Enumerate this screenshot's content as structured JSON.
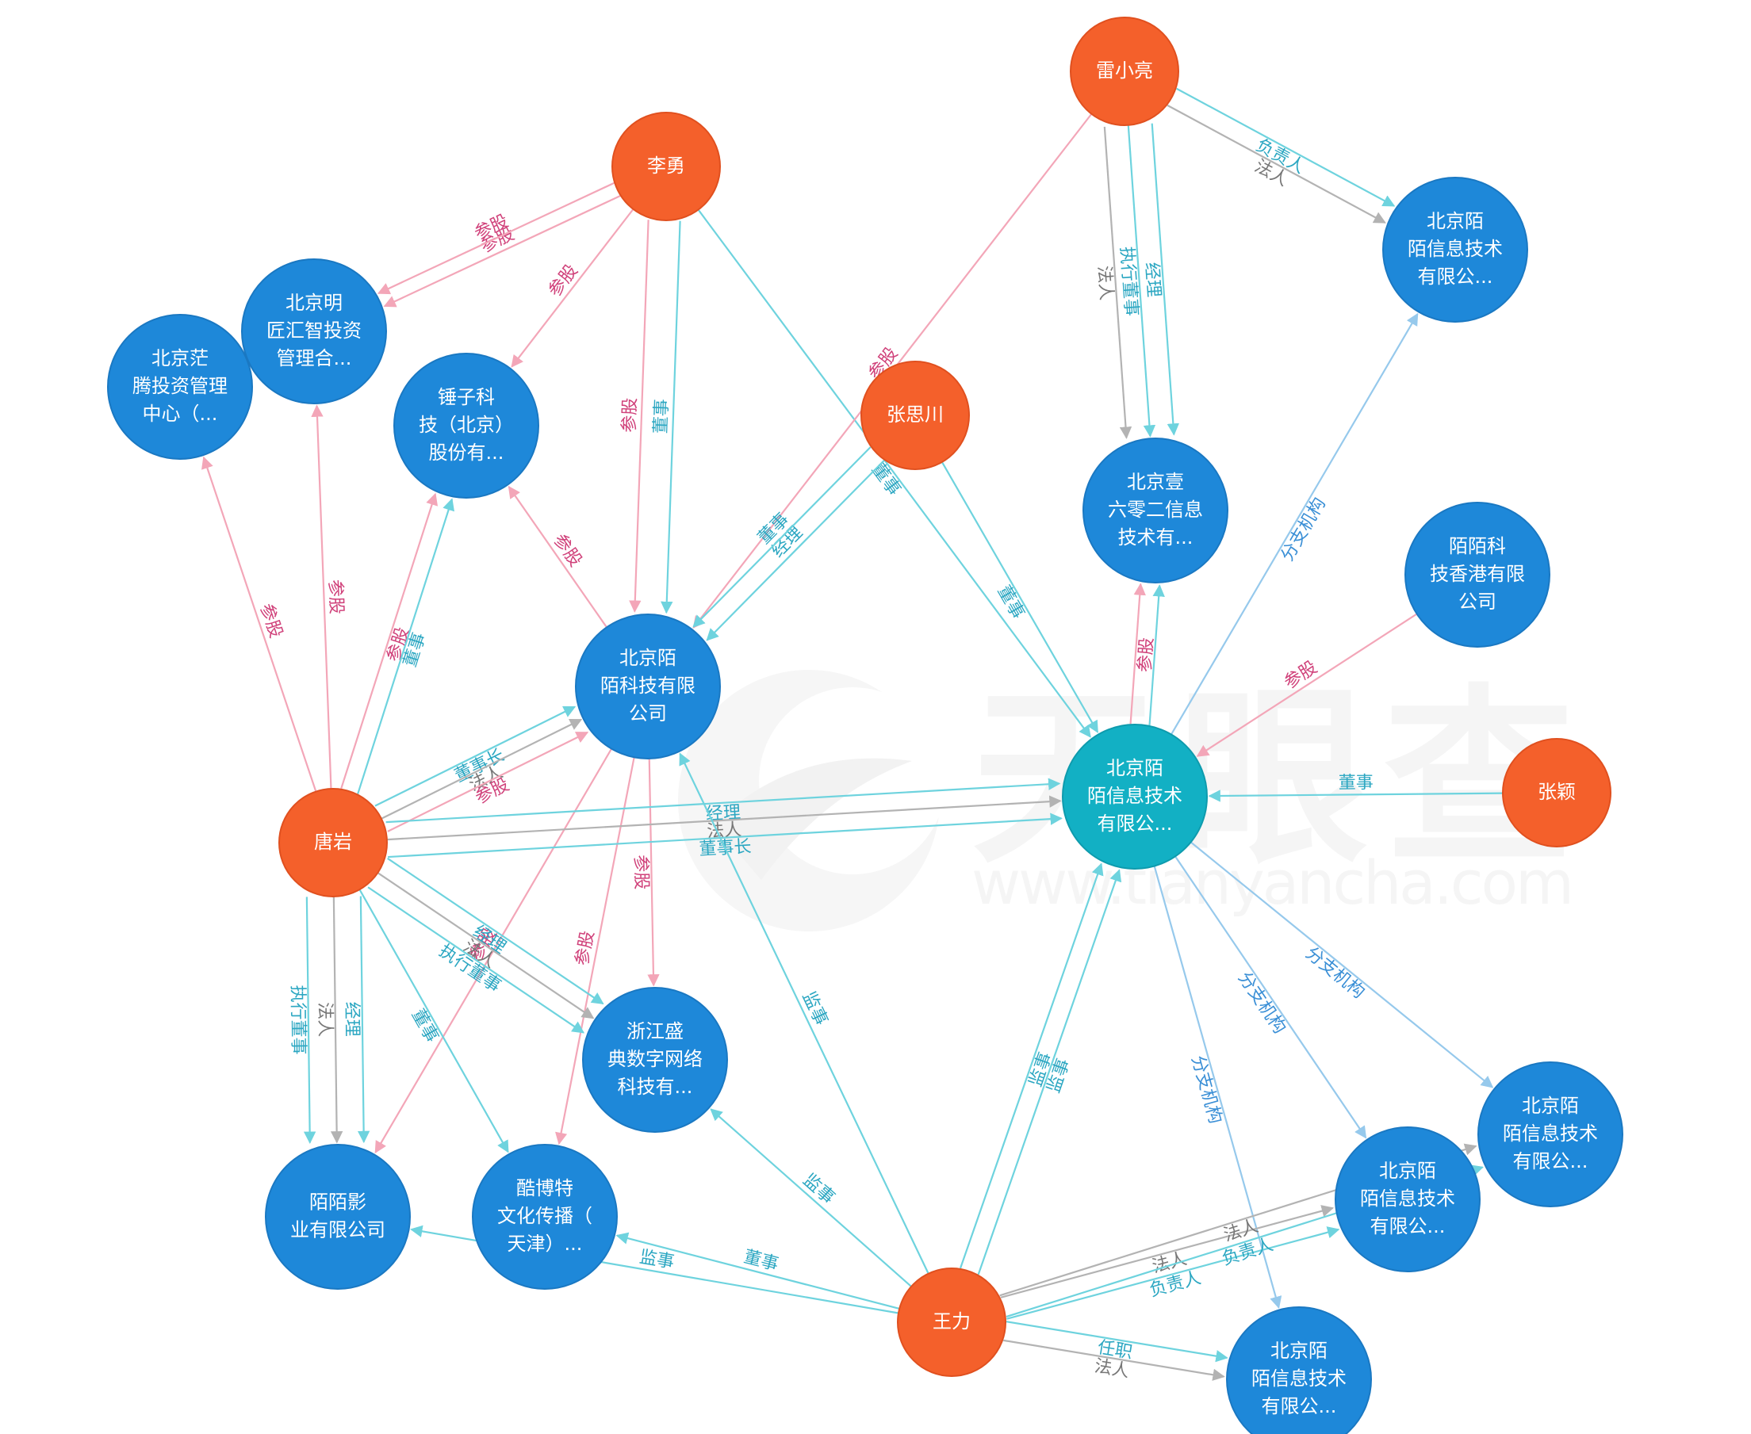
{
  "watermark": {
    "brand": "天眼查",
    "url": "www.tianyancha.com"
  },
  "colors": {
    "person": "#F4602B",
    "person_stroke": "#E0501F",
    "company": "#1E88D9",
    "company_stroke": "#1A78C2",
    "focus": "#12B0C4",
    "focus_stroke": "#0E9BAD",
    "edge_teal": "#6ED3DE",
    "edge_pink": "#F3A6B8",
    "edge_gray": "#B3B3B3",
    "edge_blue": "#96C9EC",
    "label_teal": "#2CA7C2",
    "label_pink": "#D0417A",
    "label_gray": "#777777",
    "label_blue": "#3A8FD6"
  },
  "nodes": [
    {
      "id": "leixiaoliang",
      "type": "person",
      "lines": [
        "雷小亮"
      ]
    },
    {
      "id": "liyong",
      "type": "person",
      "lines": [
        "李勇"
      ]
    },
    {
      "id": "zhangsichuan",
      "type": "person",
      "lines": [
        "张思川"
      ]
    },
    {
      "id": "tangyan",
      "type": "person",
      "lines": [
        "唐岩"
      ]
    },
    {
      "id": "zhangying",
      "type": "person",
      "lines": [
        "张颖"
      ]
    },
    {
      "id": "wangli",
      "type": "person",
      "lines": [
        "王力"
      ]
    },
    {
      "id": "mingjiang",
      "type": "company",
      "lines": [
        "北京明",
        "匠汇智投资",
        "管理合..."
      ]
    },
    {
      "id": "mangteng",
      "type": "company",
      "lines": [
        "北京茫",
        "腾投资管理",
        "中心（..."
      ]
    },
    {
      "id": "chuizi",
      "type": "company",
      "lines": [
        "锤子科",
        "技（北京）",
        "股份有..."
      ]
    },
    {
      "id": "momo_keji",
      "type": "company",
      "lines": [
        "北京陌",
        "陌科技有限",
        "公司"
      ]
    },
    {
      "id": "yiliu",
      "type": "company",
      "lines": [
        "北京壹",
        "六零二信息",
        "技术有..."
      ]
    },
    {
      "id": "momo_xinxi_top",
      "type": "company",
      "lines": [
        "北京陌",
        "陌信息技术",
        "有限公..."
      ]
    },
    {
      "id": "momo_hk",
      "type": "company",
      "lines": [
        "陌陌科",
        "技香港有限",
        "公司"
      ]
    },
    {
      "id": "momo_xinxi_main",
      "type": "focus",
      "lines": [
        "北京陌",
        "陌信息技术",
        "有限公..."
      ]
    },
    {
      "id": "shengdian",
      "type": "company",
      "lines": [
        "浙江盛",
        "典数字网络",
        "科技有..."
      ]
    },
    {
      "id": "momo_yingye",
      "type": "company",
      "lines": [
        "陌陌影",
        "业有限公司"
      ]
    },
    {
      "id": "kubote",
      "type": "company",
      "lines": [
        "酷博特",
        "文化传播（",
        "天津）..."
      ]
    },
    {
      "id": "momo_xinxi_r1",
      "type": "company",
      "lines": [
        "北京陌",
        "陌信息技术",
        "有限公..."
      ]
    },
    {
      "id": "momo_xinxi_r2",
      "type": "company",
      "lines": [
        "北京陌",
        "陌信息技术",
        "有限公..."
      ]
    },
    {
      "id": "momo_xinxi_bottom",
      "type": "company",
      "lines": [
        "北京陌",
        "陌信息技术",
        "有限公..."
      ]
    }
  ],
  "edges": [
    {
      "from": "liyong",
      "to": "mingjiang",
      "label": "参股",
      "color": "pink"
    },
    {
      "from": "liyong",
      "to": "mingjiang",
      "label": "参股",
      "color": "pink"
    },
    {
      "from": "liyong",
      "to": "chuizi",
      "label": "参股",
      "color": "pink"
    },
    {
      "from": "liyong",
      "to": "momo_keji",
      "label": "董事",
      "color": "teal"
    },
    {
      "from": "liyong",
      "to": "momo_keji",
      "label": "参股",
      "color": "pink"
    },
    {
      "from": "liyong",
      "to": "momo_xinxi_main",
      "label": "董事",
      "color": "teal"
    },
    {
      "from": "leixiaoliang",
      "to": "momo_xinxi_top",
      "label": "负责人",
      "color": "teal"
    },
    {
      "from": "leixiaoliang",
      "to": "momo_xinxi_top",
      "label": "法人",
      "color": "gray"
    },
    {
      "from": "leixiaoliang",
      "to": "yiliu",
      "label": "经理",
      "color": "teal"
    },
    {
      "from": "leixiaoliang",
      "to": "yiliu",
      "label": "执行董事",
      "color": "teal"
    },
    {
      "from": "leixiaoliang",
      "to": "yiliu",
      "label": "法人",
      "color": "gray"
    },
    {
      "from": "leixiaoliang",
      "to": "momo_keji",
      "label": "参股",
      "color": "pink"
    },
    {
      "from": "zhangsichuan",
      "to": "momo_keji",
      "label": "经理",
      "color": "teal"
    },
    {
      "from": "zhangsichuan",
      "to": "momo_keji",
      "label": "董事",
      "color": "teal"
    },
    {
      "from": "zhangsichuan",
      "to": "momo_xinxi_main",
      "label": "董事",
      "color": "teal"
    },
    {
      "from": "momo_keji",
      "to": "chuizi",
      "label": "参股",
      "color": "pink"
    },
    {
      "from": "momo_keji",
      "to": "shengdian",
      "label": "参股",
      "color": "pink"
    },
    {
      "from": "momo_keji",
      "to": "kubote",
      "label": "参股",
      "color": "pink"
    },
    {
      "from": "momo_keji",
      "to": "momo_yingye",
      "label": "参股",
      "color": "pink"
    },
    {
      "from": "momo_xinxi_main",
      "to": "yiliu",
      "label": "参股",
      "color": "pink"
    },
    {
      "from": "momo_xinxi_main",
      "to": "yiliu",
      "label": "",
      "color": "teal"
    },
    {
      "from": "momo_hk",
      "to": "momo_xinxi_main",
      "label": "参股",
      "color": "pink"
    },
    {
      "from": "momo_xinxi_main",
      "to": "momo_xinxi_top",
      "label": "分支机构",
      "color": "blue"
    },
    {
      "from": "momo_xinxi_main",
      "to": "momo_xinxi_r2",
      "label": "分支机构",
      "color": "blue"
    },
    {
      "from": "momo_xinxi_main",
      "to": "momo_xinxi_r1",
      "label": "分支机构",
      "color": "blue"
    },
    {
      "from": "momo_xinxi_main",
      "to": "momo_xinxi_bottom",
      "label": "分支机构",
      "color": "blue"
    },
    {
      "from": "zhangying",
      "to": "momo_xinxi_main",
      "label": "董事",
      "color": "teal"
    },
    {
      "from": "tangyan",
      "to": "mangteng",
      "label": "参股",
      "color": "pink"
    },
    {
      "from": "tangyan",
      "to": "mingjiang",
      "label": "参股",
      "color": "pink"
    },
    {
      "from": "tangyan",
      "to": "chuizi",
      "label": "参股",
      "color": "pink"
    },
    {
      "from": "tangyan",
      "to": "chuizi",
      "label": "董事",
      "color": "teal"
    },
    {
      "from": "tangyan",
      "to": "momo_keji",
      "label": "董事长",
      "color": "teal"
    },
    {
      "from": "tangyan",
      "to": "momo_keji",
      "label": "法人",
      "color": "gray"
    },
    {
      "from": "tangyan",
      "to": "momo_keji",
      "label": "参股",
      "color": "pink"
    },
    {
      "from": "tangyan",
      "to": "momo_xinxi_main",
      "label": "经理",
      "color": "teal"
    },
    {
      "from": "tangyan",
      "to": "momo_xinxi_main",
      "label": "法人",
      "color": "gray"
    },
    {
      "from": "tangyan",
      "to": "momo_xinxi_main",
      "label": "董事长",
      "color": "teal"
    },
    {
      "from": "tangyan",
      "to": "shengdian",
      "label": "经理",
      "color": "teal"
    },
    {
      "from": "tangyan",
      "to": "shengdian",
      "label": "法人",
      "color": "gray"
    },
    {
      "from": "tangyan",
      "to": "shengdian",
      "label": "执行董事",
      "color": "teal"
    },
    {
      "from": "tangyan",
      "to": "momo_yingye",
      "label": "经理",
      "color": "teal"
    },
    {
      "from": "tangyan",
      "to": "momo_yingye",
      "label": "法人",
      "color": "gray"
    },
    {
      "from": "tangyan",
      "to": "momo_yingye",
      "label": "执行董事",
      "color": "teal"
    },
    {
      "from": "tangyan",
      "to": "kubote",
      "label": "董事",
      "color": "teal"
    },
    {
      "from": "wangli",
      "to": "momo_keji",
      "label": "监事",
      "color": "teal"
    },
    {
      "from": "wangli",
      "to": "momo_xinxi_main",
      "label": "监事",
      "color": "teal"
    },
    {
      "from": "wangli",
      "to": "momo_xinxi_main",
      "label": "监事",
      "color": "teal"
    },
    {
      "from": "wangli",
      "to": "shengdian",
      "label": "监事",
      "color": "teal"
    },
    {
      "from": "wangli",
      "to": "kubote",
      "label": "董事",
      "color": "teal"
    },
    {
      "from": "wangli",
      "to": "momo_yingye",
      "label": "监事",
      "color": "teal"
    },
    {
      "from": "wangli",
      "to": "momo_xinxi_r1",
      "label": "法人",
      "color": "gray"
    },
    {
      "from": "wangli",
      "to": "momo_xinxi_r1",
      "label": "负责人",
      "color": "teal"
    },
    {
      "from": "wangli",
      "to": "momo_xinxi_r2",
      "label": "法人",
      "color": "gray"
    },
    {
      "from": "wangli",
      "to": "momo_xinxi_r2",
      "label": "负责人",
      "color": "teal"
    },
    {
      "from": "wangli",
      "to": "momo_xinxi_bottom",
      "label": "任职",
      "color": "teal"
    },
    {
      "from": "wangli",
      "to": "momo_xinxi_bottom",
      "label": "法人",
      "color": "gray"
    }
  ]
}
